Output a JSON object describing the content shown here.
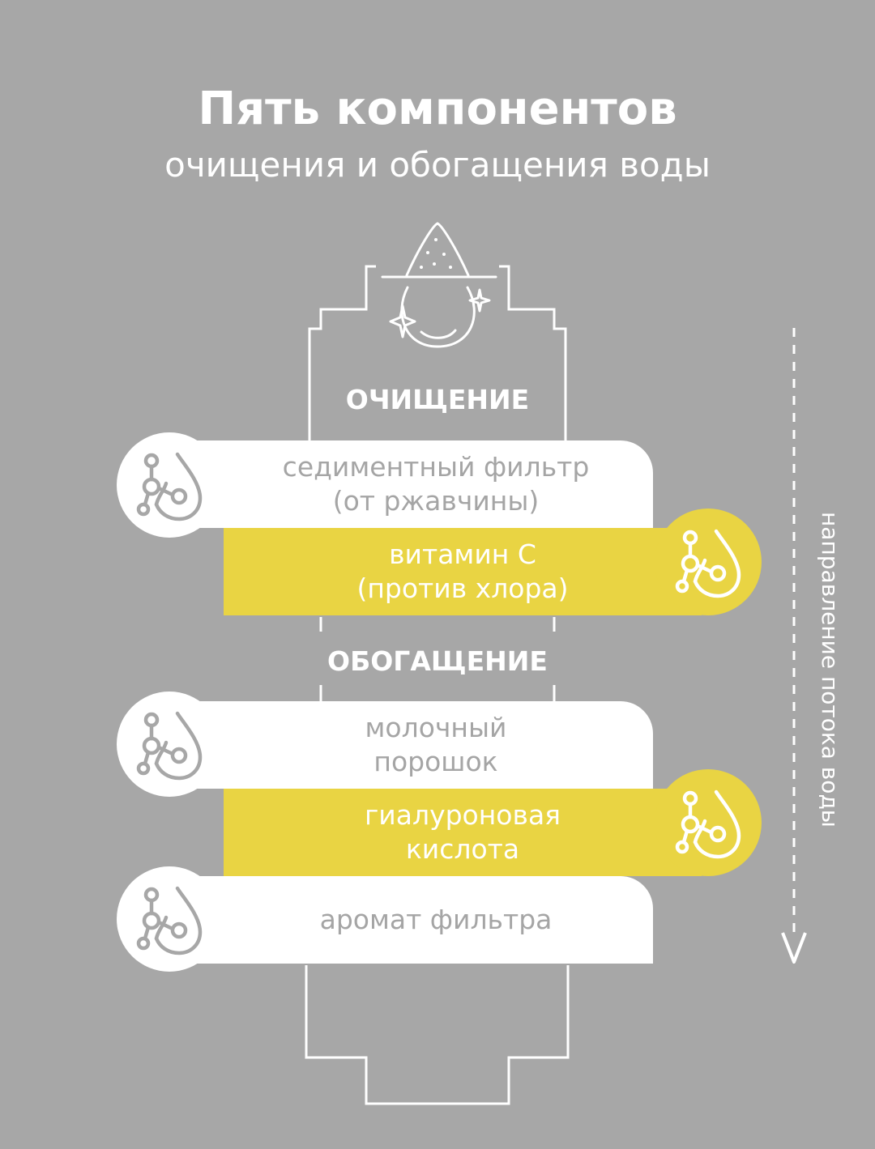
{
  "header": {
    "title": "Пять компонентов",
    "subtitle": "очищения и обогащения воды"
  },
  "sections": {
    "cleaning": "ОЧИЩЕНИЕ",
    "enrichment": "ОБОГАЩЕНИЕ"
  },
  "components": [
    {
      "lines": [
        "седиментный фильтр",
        "(от ржавчины)"
      ],
      "style": "white"
    },
    {
      "lines": [
        "витамин С",
        "(против хлора)"
      ],
      "style": "yellow"
    },
    {
      "lines": [
        "молочный",
        "порошок"
      ],
      "style": "white"
    },
    {
      "lines": [
        "гиалуроновая",
        "кислота"
      ],
      "style": "yellow"
    },
    {
      "lines": [
        "аромат фильтра"
      ],
      "style": "white"
    }
  ],
  "flow_direction_label": "направление потока воды",
  "colors": {
    "background": "#a7a7a7",
    "accent_yellow": "#e9d443",
    "white": "#ffffff",
    "gray_text": "#a5a5a5"
  },
  "icons": {
    "top": "water-drop-sparkle-icon",
    "component": "molecule-drop-icon"
  }
}
